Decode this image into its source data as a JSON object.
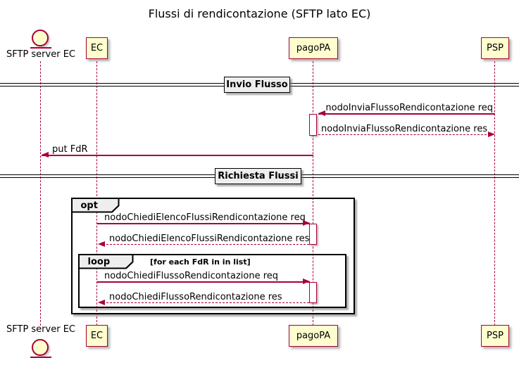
{
  "title": "Flussi di rendicontazione (SFTP lato EC)",
  "colors": {
    "accent": "#A80036",
    "participant_fill": "#FEFECE",
    "fragment_label_fill": "#EEEEEE",
    "divider_fill": "#EEEEEE",
    "background": "#FFFFFF"
  },
  "participants": {
    "sftp": {
      "label": "SFTP server EC",
      "type": "entity"
    },
    "ec": {
      "label": "EC",
      "type": "box"
    },
    "pagopa": {
      "label": "pagoPA",
      "type": "box"
    },
    "psp": {
      "label": "PSP",
      "type": "box"
    }
  },
  "dividers": {
    "invio": {
      "label": "Invio Flusso"
    },
    "richiesta": {
      "label": "Richiesta Flussi"
    }
  },
  "fragments": {
    "opt": {
      "operator": "opt",
      "condition": ""
    },
    "loop": {
      "operator": "loop",
      "condition": "[for each FdR in in list]"
    }
  },
  "messages": [
    {
      "label": "nodoInviaFlussoRendicontazione req",
      "from": "PSP",
      "to": "pagoPA",
      "style": "solid"
    },
    {
      "label": "nodoInviaFlussoRendicontazione res",
      "from": "pagoPA",
      "to": "PSP",
      "style": "dashed"
    },
    {
      "label": "put FdR",
      "from": "pagoPA",
      "to": "SFTP server EC",
      "style": "solid"
    },
    {
      "label": "nodoChiediElencoFlussiRendicontazione req",
      "from": "EC",
      "to": "pagoPA",
      "style": "solid"
    },
    {
      "label": "nodoChiediElencoFlussiRendicontazione res",
      "from": "pagoPA",
      "to": "EC",
      "style": "dashed"
    },
    {
      "label": "nodoChiediFlussoRendicontazione req",
      "from": "EC",
      "to": "pagoPA",
      "style": "solid"
    },
    {
      "label": "nodoChiediFlussoRendicontazione res",
      "from": "pagoPA",
      "to": "EC",
      "style": "dashed"
    }
  ]
}
